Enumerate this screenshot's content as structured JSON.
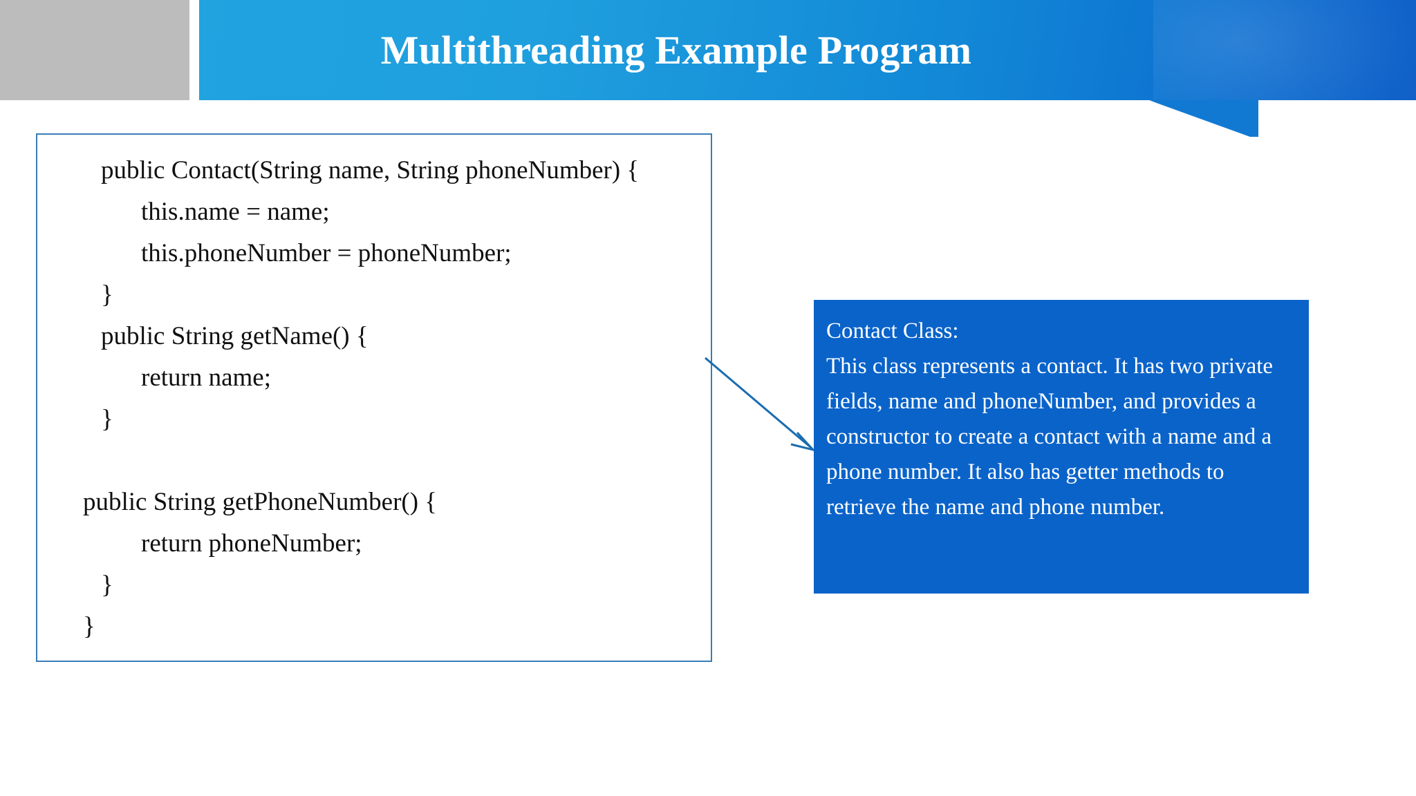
{
  "slide": {
    "header": {
      "title": "Multithreading Example Program",
      "banner_color_left": "#21a3e0",
      "banner_color_right": "#1060c8",
      "corner_block_color": "#bcbcbc"
    },
    "code_panel": {
      "border_color": "#3a7cb5",
      "text_color": "#101010",
      "lines": [
        {
          "text": "public Contact(String name, String phoneNumber) {",
          "indent": 1
        },
        {
          "text": "this.name = name;",
          "indent": 2
        },
        {
          "text": "this.phoneNumber = phoneNumber;",
          "indent": 2
        },
        {
          "text": "}",
          "indent": 1
        },
        {
          "text": "public String getName() {",
          "indent": 1
        },
        {
          "text": "return name;",
          "indent": 2
        },
        {
          "text": "}",
          "indent": 1
        },
        {
          "text": "",
          "indent": 0
        },
        {
          "text": "public String getPhoneNumber() {",
          "indent": 0
        },
        {
          "text": "return phoneNumber;",
          "indent": 2
        },
        {
          "text": "}",
          "indent": 1
        },
        {
          "text": "}",
          "indent": 0
        }
      ]
    },
    "callout": {
      "background_color": "#0a63c9",
      "text_color": "#ffffff",
      "title": "Contact Class:",
      "body": "This class represents a contact. It has two private fields, name and phoneNumber, and provides a constructor to create a contact with a name and a phone number. It also has getter methods to retrieve the name and phone number."
    },
    "connector": {
      "color": "#1a6cb0",
      "label": "arrow from code panel to callout"
    }
  }
}
